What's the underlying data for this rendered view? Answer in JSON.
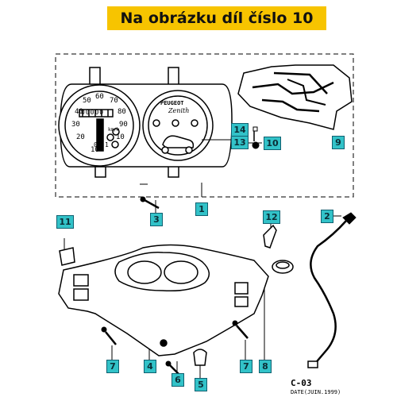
{
  "banner": {
    "text": "Na obrázku díl číslo 10",
    "color": "#f7c400"
  },
  "callout_color": "#32c2c8",
  "callouts": {
    "c14": "14",
    "c13": "13",
    "c10": "10",
    "c9": "9",
    "c3": "3",
    "c1": "1",
    "c11": "11",
    "c12": "12",
    "c2": "2",
    "c7a": "7",
    "c4": "4",
    "c6": "6",
    "c5": "5",
    "c7b": "7",
    "c8": "8"
  },
  "gauge": {
    "speedo_ticks": [
      "10",
      "20",
      "30",
      "40",
      "50",
      "60",
      "70",
      "80",
      "90",
      "10"
    ],
    "odometer": "00000",
    "fuel_labels": [
      "0",
      "1"
    ],
    "brand": "PEUGEOT",
    "model": "Zenith",
    "unit": "km/h"
  },
  "page_code": "C-03",
  "date_text": "DATE(JUIN.1999)"
}
